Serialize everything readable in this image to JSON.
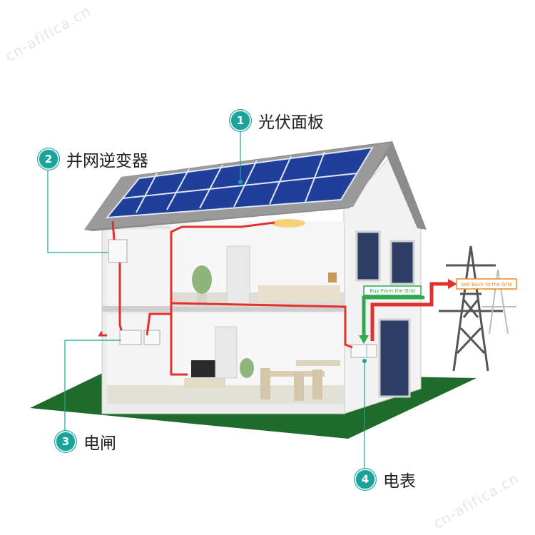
{
  "watermark": "cn-afifica.cn",
  "callouts": [
    {
      "number": "1",
      "label": "光伏面板"
    },
    {
      "number": "2",
      "label": "并网逆变器"
    },
    {
      "number": "3",
      "label": "电闸"
    },
    {
      "number": "4",
      "label": "电表"
    }
  ],
  "grid_labels": {
    "buy": "Buy From the Grid",
    "sell": "Sell Back to the Grid"
  },
  "colors": {
    "accent": "#1aa39a",
    "wire_red": "#e0322e",
    "arrow_green": "#2fa84f",
    "arrow_orange": "#f08a24",
    "panel_blue": "#1f3f9a",
    "lawn": "#1f6b2b"
  }
}
